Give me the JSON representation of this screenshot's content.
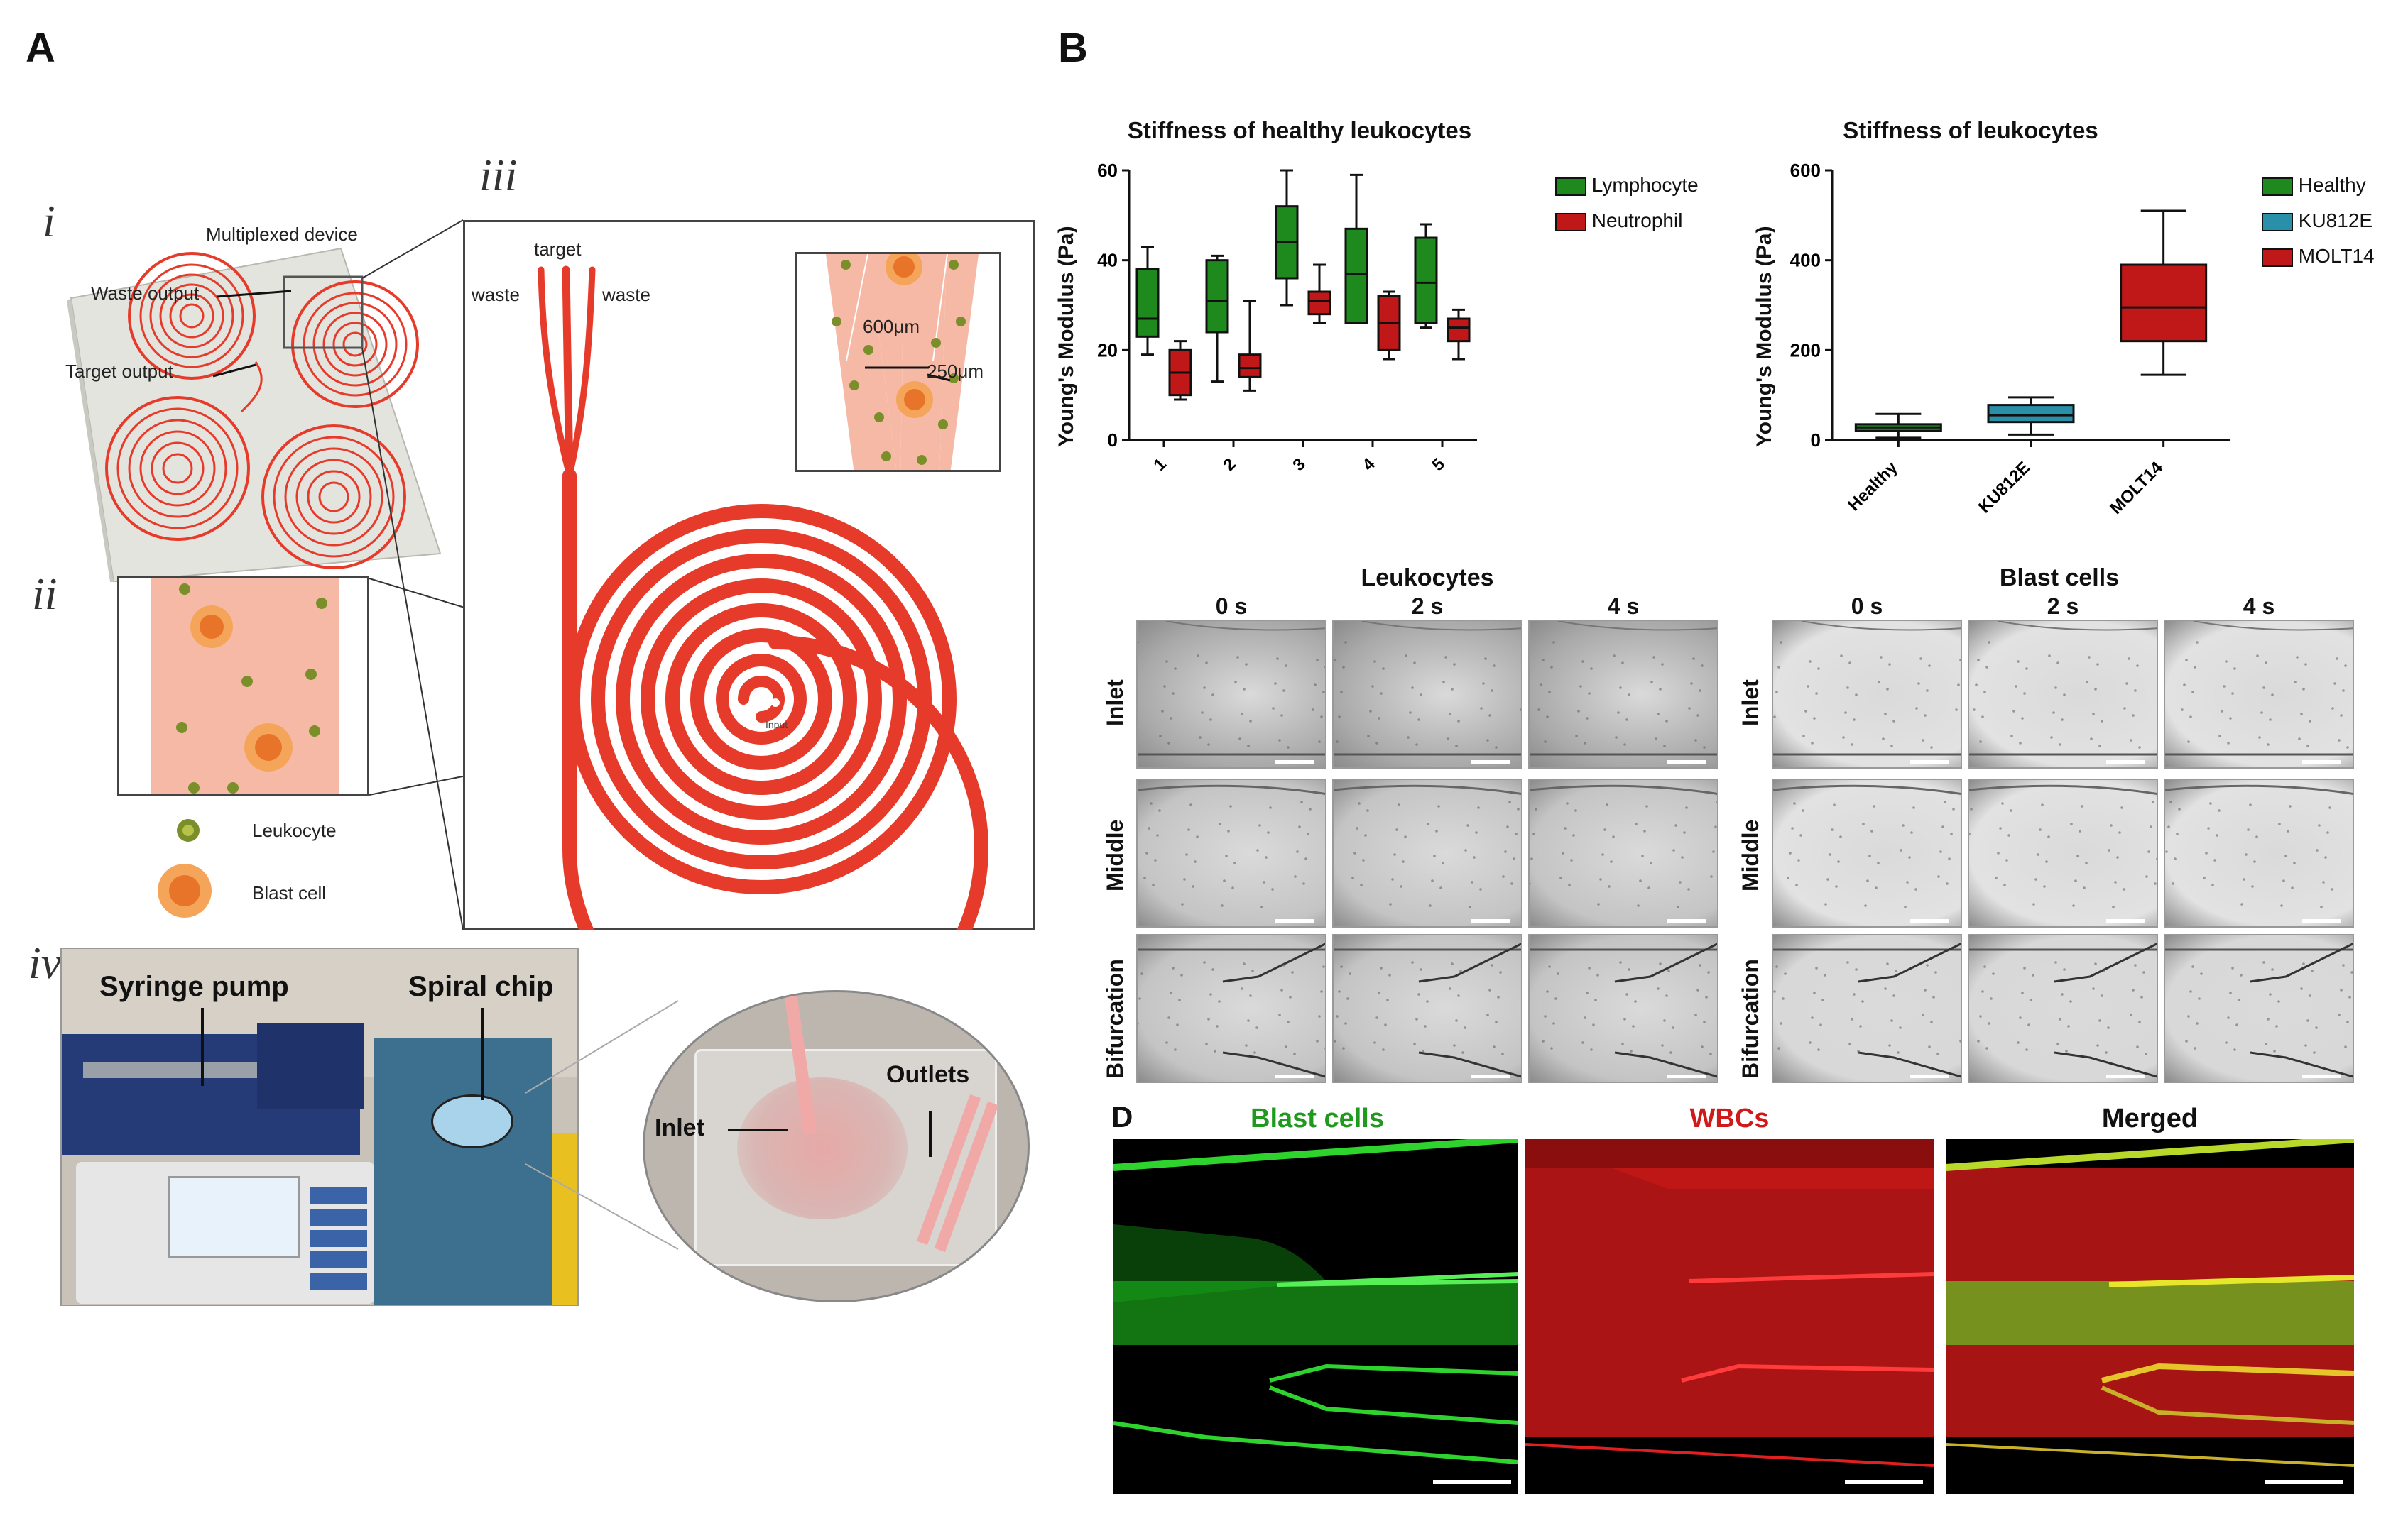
{
  "panels": {
    "A": "A",
    "B": "B",
    "D": "D"
  },
  "panelA": {
    "roman": [
      "i",
      "ii",
      "iii",
      "iv"
    ],
    "device_title": "Multiplexed device",
    "waste_output": "Waste output",
    "target_output": "Target output",
    "target": "target",
    "waste_left": "waste",
    "waste_right": "waste",
    "dim_600": "600μm",
    "dim_250": "250μm",
    "input": "Input",
    "legend_leukocyte": "Leukocyte",
    "legend_blast": "Blast cell",
    "photo_syringe": "Syringe pump",
    "photo_spiral": "Spiral chip",
    "photo_inlet": "Inlet",
    "photo_outlets": "Outlets",
    "colors": {
      "channel": "#e63b2a",
      "channel_fill": "#f6b9a6",
      "leukocyte": "#7a8f2a",
      "blast": "#e8742a"
    }
  },
  "chart_data": [
    {
      "type": "box",
      "title": "Stiffness of healthy leukocytes",
      "ylabel": "Young's Modulus (Pa)",
      "ylim": [
        0,
        60
      ],
      "yticks": [
        0,
        20,
        40,
        60
      ],
      "categories": [
        "1",
        "2",
        "3",
        "4",
        "5"
      ],
      "series": [
        {
          "name": "Lymphocyte",
          "color": "#1e8a1e",
          "boxes": [
            {
              "min": 19,
              "q1": 23,
              "median": 27,
              "q3": 38,
              "max": 43
            },
            {
              "min": 13,
              "q1": 24,
              "median": 31,
              "q3": 40,
              "max": 41
            },
            {
              "min": 30,
              "q1": 36,
              "median": 44,
              "q3": 52,
              "max": 60
            },
            {
              "min": 26,
              "q1": 26,
              "median": 37,
              "q3": 47,
              "max": 59
            },
            {
              "min": 25,
              "q1": 26,
              "median": 35,
              "q3": 45,
              "max": 48
            }
          ]
        },
        {
          "name": "Neutrophil",
          "color": "#c01818",
          "boxes": [
            {
              "min": 9,
              "q1": 10,
              "median": 15,
              "q3": 20,
              "max": 22
            },
            {
              "min": 11,
              "q1": 14,
              "median": 16,
              "q3": 19,
              "max": 31
            },
            {
              "min": 26,
              "q1": 28,
              "median": 31,
              "q3": 33,
              "max": 39
            },
            {
              "min": 18,
              "q1": 20,
              "median": 26,
              "q3": 32,
              "max": 33
            },
            {
              "min": 18,
              "q1": 22,
              "median": 25,
              "q3": 27,
              "max": 29
            }
          ]
        }
      ],
      "legend_position": "right"
    },
    {
      "type": "box",
      "title": "Stiffness of  leukocytes",
      "ylabel": "Young's Modulus (Pa)",
      "ylim": [
        0,
        600
      ],
      "yticks": [
        0,
        200,
        400,
        600
      ],
      "categories": [
        "Healthy",
        "KU812E",
        "MOLT14"
      ],
      "series": [
        {
          "name": "Healthy",
          "color": "#1e8a1e",
          "boxes": [
            {
              "min": 5,
              "q1": 20,
              "median": 28,
              "q3": 35,
              "max": 58
            }
          ]
        },
        {
          "name": "KU812E",
          "color": "#2a8fa8",
          "boxes": [
            {
              "min": 12,
              "q1": 40,
              "median": 55,
              "q3": 78,
              "max": 95
            }
          ]
        },
        {
          "name": "MOLT14",
          "color": "#c01818",
          "boxes": [
            {
              "min": 145,
              "q1": 220,
              "median": 295,
              "q3": 390,
              "max": 510
            }
          ]
        }
      ],
      "legend_position": "right"
    }
  ],
  "panelC": {
    "leuk_title": "Leukocytes",
    "blast_title": "Blast cells",
    "times": [
      "0 s",
      "2 s",
      "4 s"
    ],
    "rows": [
      "Inlet",
      "Middle",
      "Bifurcation"
    ]
  },
  "panelD": {
    "blast": "Blast cells",
    "wbc": "WBCs",
    "merged": "Merged",
    "colors": {
      "blast": "#1f9a1f",
      "wbc": "#d01a1a",
      "merged": "#111111"
    }
  }
}
